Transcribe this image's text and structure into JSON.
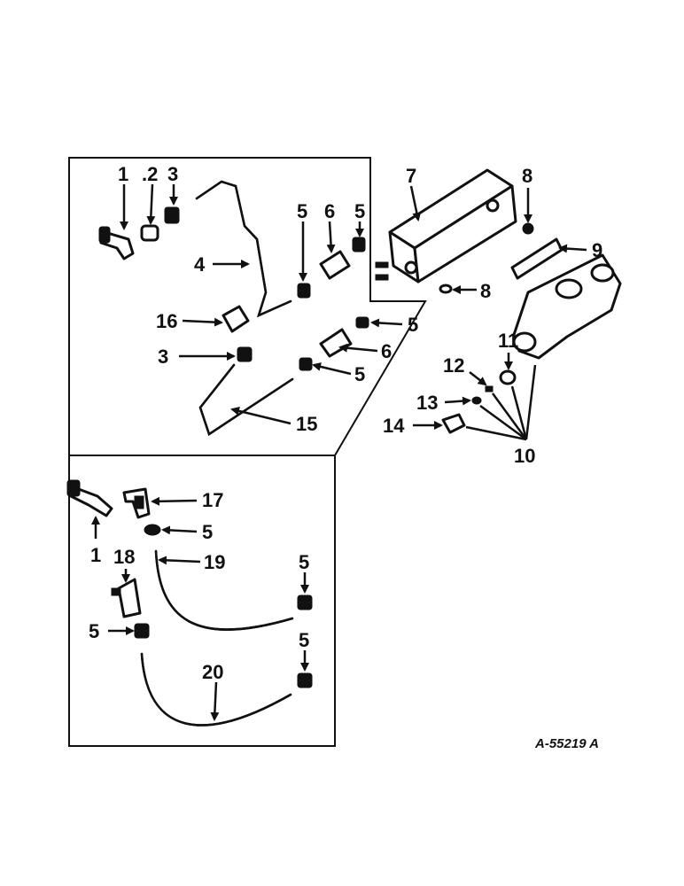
{
  "figure_ref": "A-55219 A",
  "callouts": {
    "c1a": "1",
    "c2": ".2",
    "c3a": "3",
    "c4": "4",
    "c5a": "5",
    "c6a": "6",
    "c5b": "5",
    "c7": "7",
    "c8a": "8",
    "c9": "9",
    "c8b": "8",
    "c16": "16",
    "c5c": "5",
    "c3b": "3",
    "c6b": "6",
    "c5d": "5",
    "c11": "11",
    "c12": "12",
    "c13": "13",
    "c14": "14",
    "c15": "15",
    "c10": "10",
    "c17": "17",
    "c5e": "5",
    "c1b": "1",
    "c18": "18",
    "c19": "19",
    "c5f": "5",
    "c5g": "5",
    "c5h": "5",
    "c20": "20"
  }
}
